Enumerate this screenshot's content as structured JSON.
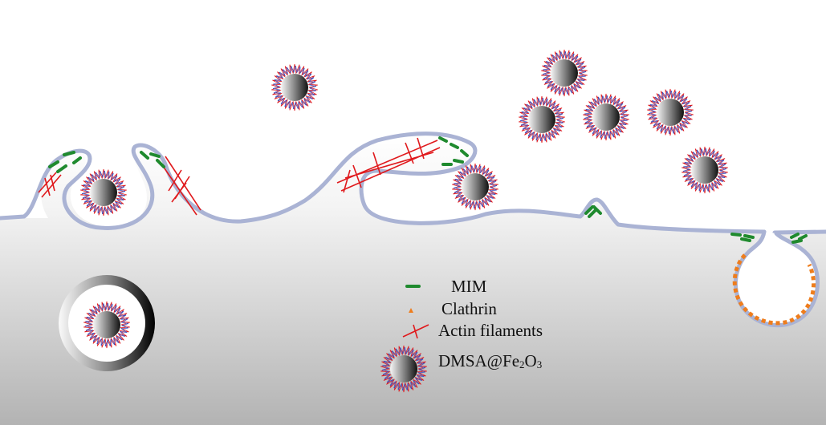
{
  "legend": {
    "mim": "MIM",
    "clathrin": "Clathrin",
    "actin": "Actin filaments",
    "particle_prefix": "DMSA@Fe",
    "particle_sub1": "2",
    "particle_mid": "O",
    "particle_sub2": "3"
  },
  "colors": {
    "membrane": "#aab3d4",
    "cytoplasm_top": "#ffffff",
    "cytoplasm_bottom": "#b3b3b3",
    "mim": "#1f8a2e",
    "clathrin": "#ee7d1d",
    "actin": "#e0191c",
    "coating_red": "#e0191c",
    "coating_blue": "#3a4fbf"
  },
  "icons": [
    "nanoparticle-icon",
    "mim-icon",
    "clathrin-icon",
    "actin-icon",
    "endosome-icon"
  ]
}
